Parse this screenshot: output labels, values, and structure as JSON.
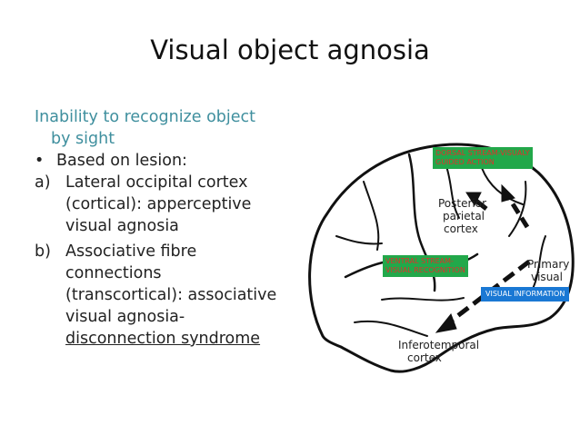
{
  "slide": {
    "title": "Visual object agnosia",
    "lead_line1": "Inability to recognize object",
    "lead_line2": "by sight",
    "bullet_mark": "•",
    "bullet_text": "Based on lesion:",
    "items": [
      {
        "marker": "a)",
        "lines": [
          "Lateral occipital cortex",
          "(cortical): apperceptive",
          "visual agnosia"
        ]
      },
      {
        "marker": "b)",
        "lines": [
          "Associative fibre",
          "connections",
          "(transcortical): associative",
          "visual agnosia-",
          "disconnection syndrome"
        ]
      }
    ]
  },
  "figure": {
    "labels": {
      "posterior": [
        "Posterior",
        "parietal",
        "cortex"
      ],
      "primary": [
        "Primary",
        "visual"
      ],
      "inferotemporal": [
        "Inferotemporal",
        "cortex"
      ]
    },
    "boxes": {
      "dorsal_line1": "DORSAL STREAM-VISUALY",
      "dorsal_line2": "GUIDED  ACTION",
      "ventral_line1": "VENTRAL STREAM-",
      "ventral_line2": "VISUAL RECOGNITION",
      "visual_info": "VISUAL INFORMATION"
    },
    "colors": {
      "box_green": "#22a84a",
      "box_blue": "#1a78d4",
      "box_text_red": "#e0302c",
      "lead_teal": "#3f8f9e"
    }
  }
}
